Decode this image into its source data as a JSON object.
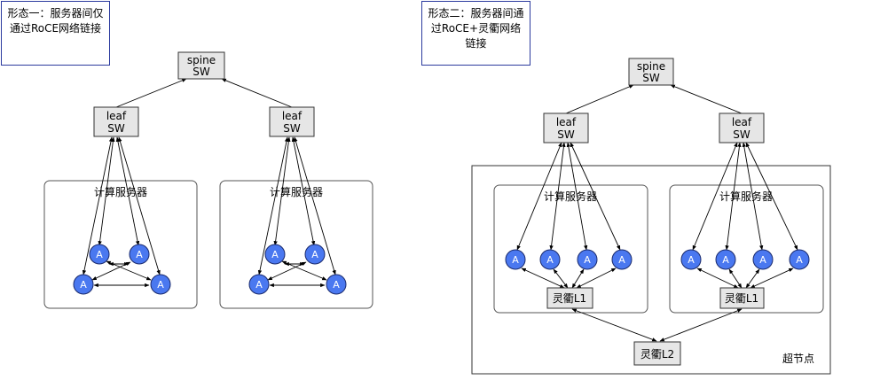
{
  "left_panel": {
    "note": "形态一：服务器间仅通过RoCE网络链接",
    "spine": [
      "spine",
      "SW"
    ],
    "leaf_left": [
      "leaf",
      "SW"
    ],
    "leaf_right": [
      "leaf",
      "SW"
    ],
    "server_left_label": "计算服务器",
    "server_right_label": "计算服务器",
    "accelerator_label": "A"
  },
  "right_panel": {
    "note": "形态二：服务器间通过RoCE+灵衢网络链接",
    "spine": [
      "spine",
      "SW"
    ],
    "leaf_left": [
      "leaf",
      "SW"
    ],
    "leaf_right": [
      "leaf",
      "SW"
    ],
    "server_left_label": "计算服务器",
    "server_right_label": "计算服务器",
    "accelerator_label": "A",
    "l1_left": "灵衢L1",
    "l1_right": "灵衢L1",
    "l2": "灵衢L2",
    "supernode_label": "超节点"
  },
  "colors": {
    "node_fill": "#e6e6e6",
    "node_border": "#333333",
    "accelerator_fill": "#4a78f0",
    "accelerator_border": "#1a2a6c",
    "note_border": "#2b3a9e"
  }
}
